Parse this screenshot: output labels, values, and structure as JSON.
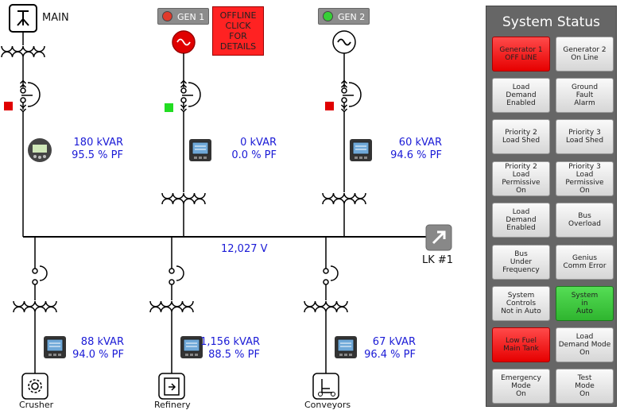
{
  "main_label": "MAIN",
  "generators": [
    {
      "label": "GEN 1",
      "led": "#e03a2a"
    },
    {
      "label": "GEN 2",
      "led": "#36cf36"
    }
  ],
  "offline_text": "OFFLINE\nCLICK\nFOR\nDETAILS",
  "feeders_top": [
    {
      "kvar": "180 kVAR",
      "pf": "95.5 % PF"
    },
    {
      "kvar": "0 kVAR",
      "pf": "0.0 % PF"
    },
    {
      "kvar": "60 kVAR",
      "pf": "94.6 % PF"
    }
  ],
  "bus_voltage": "12,027 V",
  "link_label": "LK #1",
  "loads": [
    {
      "name": "Crusher",
      "kvar": "88 kVAR",
      "pf": "94.0 % PF"
    },
    {
      "name": "Refinery",
      "kvar": "1,156 kVAR",
      "pf": "88.5 % PF"
    },
    {
      "name": "Conveyors",
      "kvar": "67 kVAR",
      "pf": "96.4 % PF"
    }
  ],
  "breaker_colors": {
    "open": "#e00000",
    "closed": "#22dd22"
  },
  "status_panel": {
    "title": "System Status",
    "buttons": [
      {
        "label": "Generator 1\nOFF LINE",
        "state": "red"
      },
      {
        "label": "Generator 2\nOn Line",
        "state": "normal"
      },
      {
        "label": "Load\nDemand\nEnabled",
        "state": "normal"
      },
      {
        "label": "Ground\nFault\nAlarm",
        "state": "normal"
      },
      {
        "label": "Priority 2\nLoad Shed",
        "state": "normal"
      },
      {
        "label": "Priority 3\nLoad Shed",
        "state": "normal"
      },
      {
        "label": "Priority 2\nLoad Permissive\nOn",
        "state": "normal"
      },
      {
        "label": "Priority 3\nLoad Permissive\nOn",
        "state": "normal"
      },
      {
        "label": "Load\nDemand\nEnabled",
        "state": "normal"
      },
      {
        "label": "Bus\nOverload",
        "state": "normal"
      },
      {
        "label": "Bus\nUnder\nFrequency",
        "state": "normal"
      },
      {
        "label": "Genius\nComm Error",
        "state": "normal"
      },
      {
        "label": "System\nControls\nNot in Auto",
        "state": "normal"
      },
      {
        "label": "System\nin\nAuto",
        "state": "green"
      },
      {
        "label": "Low Fuel\nMain Tank",
        "state": "red"
      },
      {
        "label": "Load\nDemand Mode\nOn",
        "state": "normal"
      },
      {
        "label": "Emergency\nMode\nOn",
        "state": "normal"
      },
      {
        "label": "Test\nMode\nOn",
        "state": "normal"
      }
    ]
  }
}
